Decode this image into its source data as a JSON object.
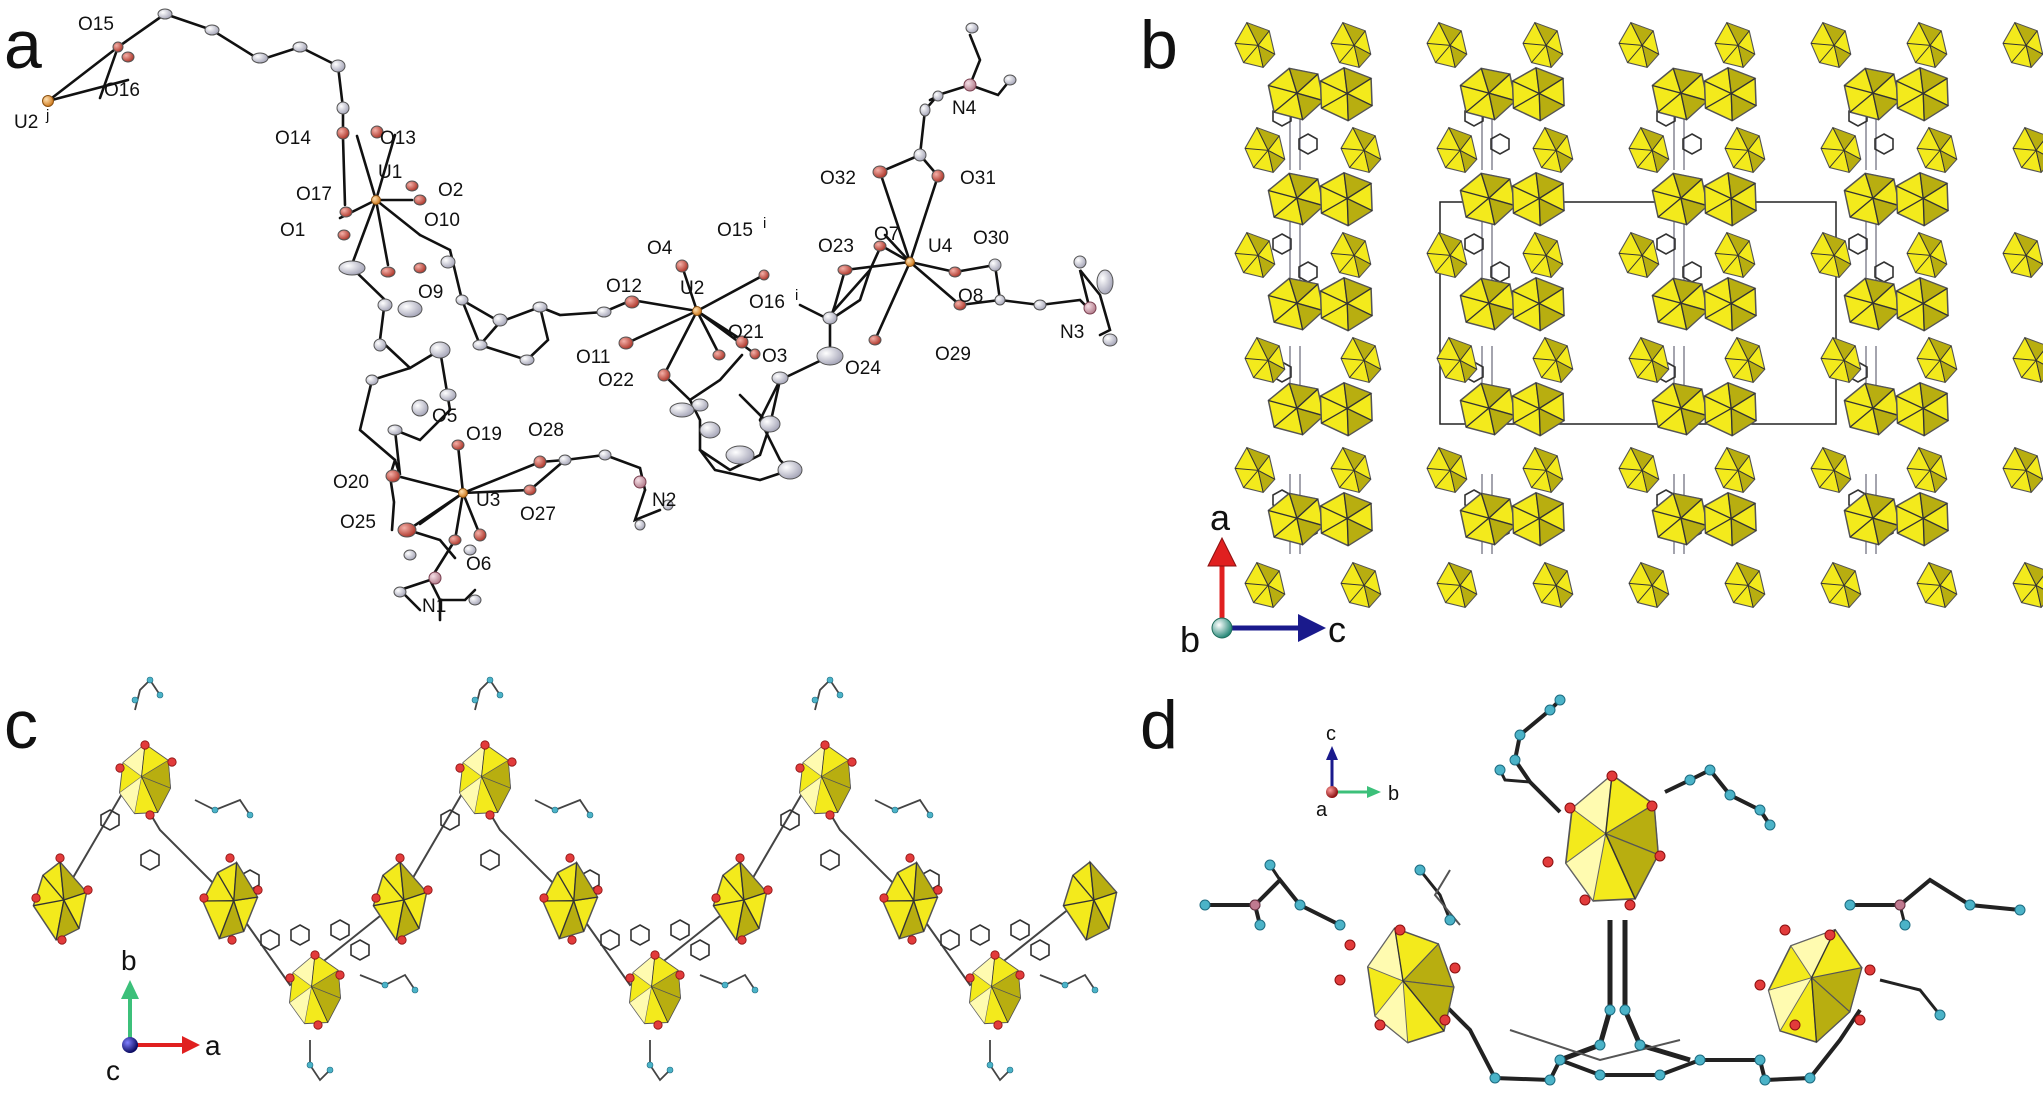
{
  "panels": {
    "a": {
      "letter": "a",
      "labels": {
        "O15": "O15",
        "O16": "O16",
        "U2j": "U2",
        "U2j_sup": "j",
        "O14": "O14",
        "O13": "O13",
        "U1": "U1",
        "O2": "O2",
        "O17": "O17",
        "O10": "O10",
        "O1": "O1",
        "O9": "O9",
        "O4": "O4",
        "O15i": "O15",
        "O15i_sup": "i",
        "O12": "O12",
        "U2": "U2",
        "O16i": "O16",
        "O16i_sup": "i",
        "O21": "O21",
        "O11": "O11",
        "O3": "O3",
        "O22": "O22",
        "O23": "O23",
        "O7": "O7",
        "U4": "U4",
        "O30": "O30",
        "O32": "O32",
        "O31": "O31",
        "N4": "N4",
        "O8": "O8",
        "N3": "N3",
        "O24": "O24",
        "O29": "O29",
        "O5": "O5",
        "O19": "O19",
        "O28": "O28",
        "O20": "O20",
        "U3": "U3",
        "O27": "O27",
        "N2": "N2",
        "O25": "O25",
        "O6": "O6",
        "N1": "N1"
      }
    },
    "b": {
      "letter": "b",
      "axes": {
        "up": "a",
        "right": "c",
        "view": "b"
      }
    },
    "c": {
      "letter": "c",
      "axes": {
        "up": "b",
        "right": "a",
        "view": "c"
      }
    },
    "d": {
      "letter": "d",
      "axes": {
        "up": "c",
        "right": "b",
        "view": "a"
      }
    }
  },
  "colors": {
    "polyhedron": "#f3ea1c",
    "oxygen": "#c0392b",
    "carbon": "#4bb3c8",
    "uranium": "#e89a3c",
    "nitrogen": "#d8a4b4",
    "axis_red": "#e02020",
    "axis_blue": "#1a1a8c",
    "axis_green": "#3cc07a",
    "axis_teal": "#2a8a7a"
  }
}
